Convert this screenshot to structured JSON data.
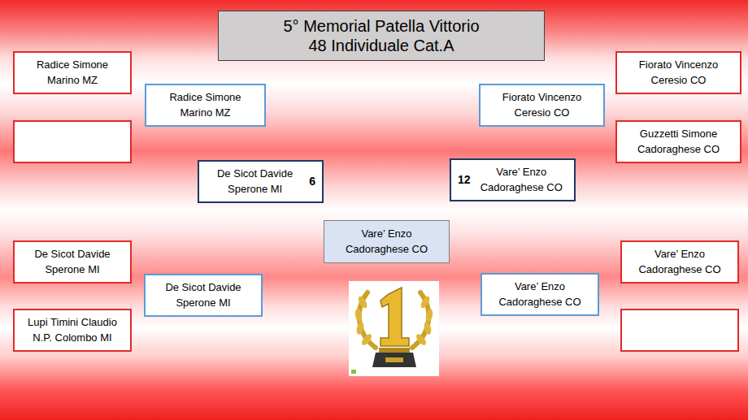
{
  "diagram": {
    "title": "5° Memorial Patella Vittorio 48 Individuale Cat.A",
    "nodes": [
      {
        "text": [
          "Radice Simone Marino MZ"
        ]
      },
      {
        "text": [
          "Fiorato Vincenzo Ceresio CO"
        ]
      },
      {
        "text": [
          "Radice Simone Marino MZ"
        ]
      },
      {
        "text": [
          "Fiorato Vincenzo Ceresio CO"
        ]
      },
      {
        "text": [
          "Guzzetti Simone Cadoraghese CO"
        ]
      },
      {
        "text": [
          "De Sicot Davide Sperone MI",
          "6"
        ]
      },
      {
        "text": [
          "Vare’ Enzo Cadoraghese CO",
          "12"
        ]
      },
      {
        "text": [
          "Vare’ Enzo Cadoraghese CO"
        ]
      },
      {
        "text": [
          "De Sicot Davide Sperone MI"
        ]
      },
      {
        "text": [
          "Vare’ Enzo Cadoraghese CO"
        ]
      },
      {
        "text": [
          "De Sicot Davide Sperone MI"
        ]
      },
      {
        "text": [
          "Vare’ Enzo Cadoraghese CO"
        ]
      },
      {
        "text": [
          "Lupi Timini Claudio N.P. Colombo MI"
        ]
      }
    ]
  }
}
